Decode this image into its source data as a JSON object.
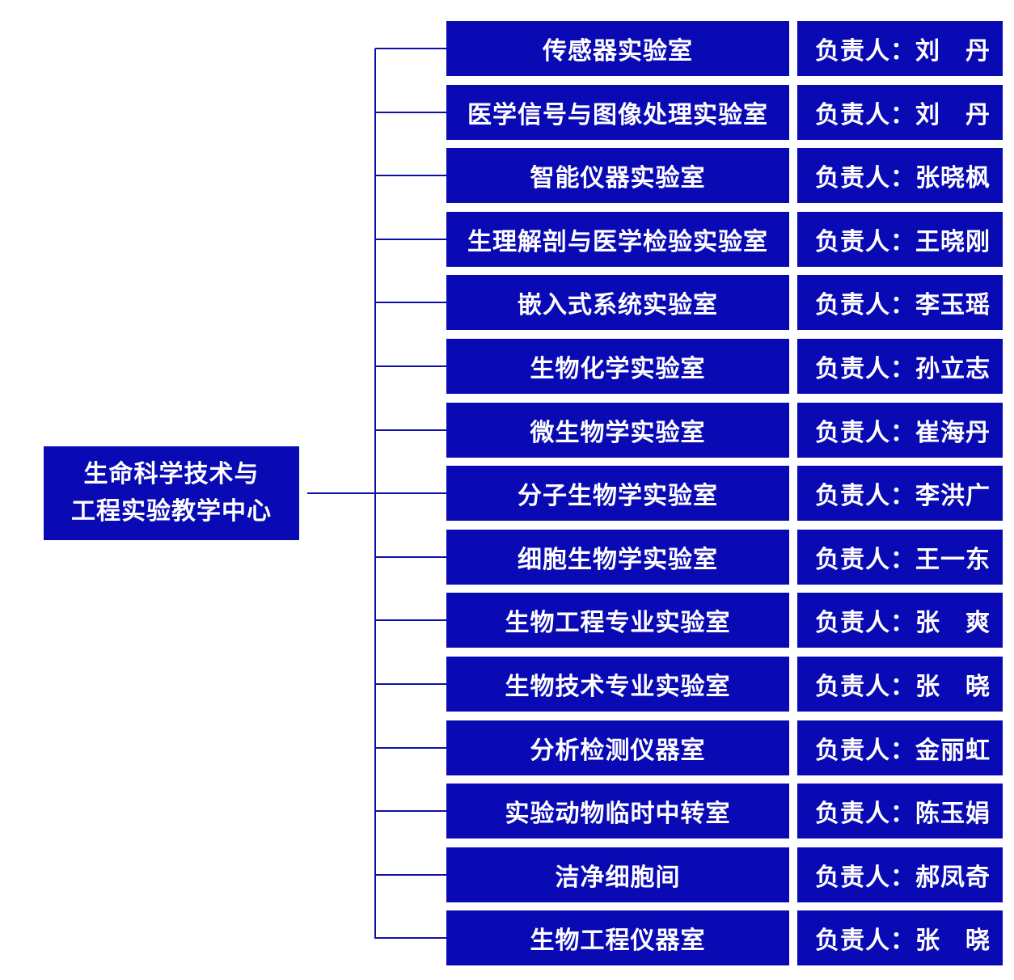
{
  "root": {
    "line1": "生命科学技术与",
    "line2": "工程实验教学中心"
  },
  "colors": {
    "box_fill": "#0a0ab4",
    "box_text": "#ffffff",
    "connector": "#1010a8",
    "background": "#ffffff"
  },
  "labs": [
    {
      "name": "传感器实验室",
      "head_label": "负责人：",
      "head_name": "刘　丹"
    },
    {
      "name": "医学信号与图像处理实验室",
      "head_label": "负责人：",
      "head_name": "刘　丹"
    },
    {
      "name": "智能仪器实验室",
      "head_label": "负责人：",
      "head_name": "张晓枫"
    },
    {
      "name": "生理解剖与医学检验实验室",
      "head_label": "负责人：",
      "head_name": "王晓刚"
    },
    {
      "name": "嵌入式系统实验室",
      "head_label": "负责人：",
      "head_name": "李玉瑶"
    },
    {
      "name": "生物化学实验室",
      "head_label": "负责人：",
      "head_name": "孙立志"
    },
    {
      "name": "微生物学实验室",
      "head_label": "负责人：",
      "head_name": "崔海丹"
    },
    {
      "name": "分子生物学实验室",
      "head_label": "负责人：",
      "head_name": "李洪广"
    },
    {
      "name": "细胞生物学实验室",
      "head_label": "负责人：",
      "head_name": "王一东"
    },
    {
      "name": "生物工程专业实验室",
      "head_label": "负责人：",
      "head_name": "张　爽"
    },
    {
      "name": "生物技术专业实验室",
      "head_label": "负责人：",
      "head_name": "张　晓"
    },
    {
      "name": "分析检测仪器室",
      "head_label": "负责人：",
      "head_name": "金丽虹"
    },
    {
      "name": "实验动物临时中转室",
      "head_label": "负责人：",
      "head_name": "陈玉娟"
    },
    {
      "name": "洁净细胞间",
      "head_label": "负责人：",
      "head_name": "郝凤奇"
    },
    {
      "name": "生物工程仪器室",
      "head_label": "负责人：",
      "head_name": "张　晓"
    }
  ]
}
